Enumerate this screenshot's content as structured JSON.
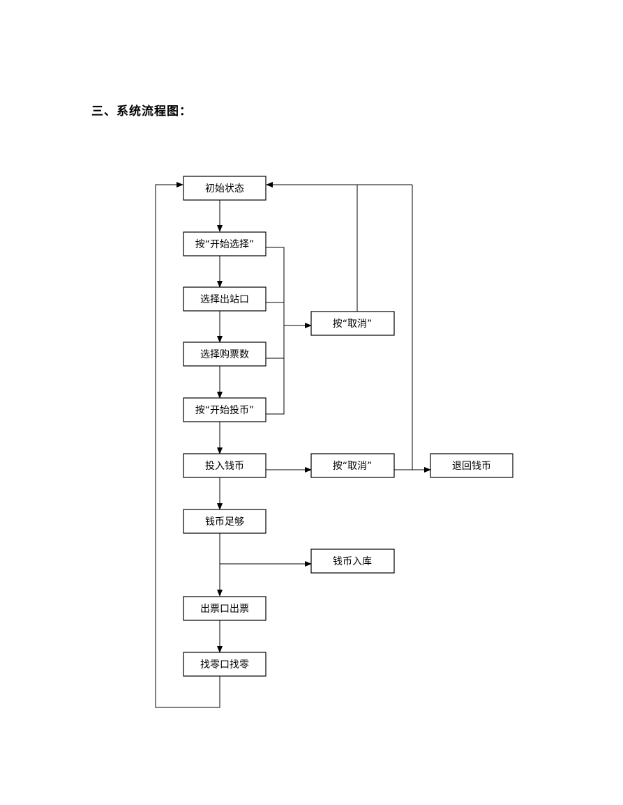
{
  "heading": "三、系统流程图：",
  "nodes": {
    "initial": "初始状态",
    "press_start_select": "按“开始选择”",
    "select_exit": "选择出站口",
    "select_count": "选择购票数",
    "press_start_coin": "按“开始投币”",
    "cancel1": "按“取消”",
    "insert_coin": "投入钱币",
    "cancel2": "按“取消”",
    "refund": "退回钱币",
    "coin_enough": "钱币足够",
    "coin_store": "钱币入库",
    "ticket_out": "出票口出票",
    "change_out": "找零口找零"
  }
}
